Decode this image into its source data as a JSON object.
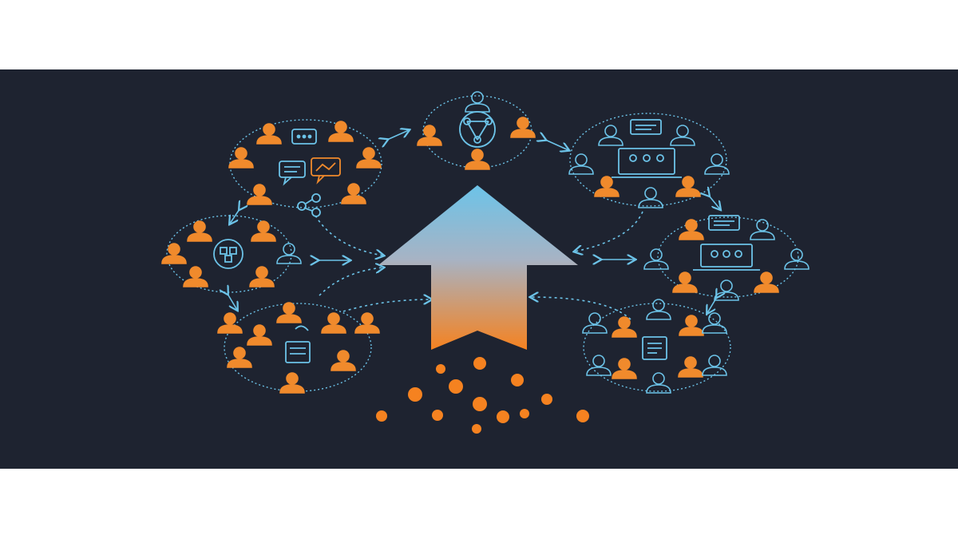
{
  "colors": {
    "background": "#1e2330",
    "page_border": "#ffffff",
    "blue": "#6cc3e8",
    "orange": "#f08a2c",
    "arrow_top": "#6cc3e8",
    "arrow_bottom": "#f58220",
    "dot": "#f58220"
  },
  "clusters": [
    {
      "name": "top-left-network",
      "icons": [
        "chat-bubble-icon",
        "chart-document-icon",
        "share-icon"
      ]
    },
    {
      "name": "top-center-network",
      "icons": [
        "network-hub-icon"
      ]
    },
    {
      "name": "top-right-network",
      "icons": [
        "chat-bubble-icon",
        "video-meeting-laptop-icon"
      ]
    },
    {
      "name": "middle-left-network",
      "icons": [
        "puzzle-cycle-icon"
      ]
    },
    {
      "name": "middle-right-network",
      "icons": [
        "chat-bubble-icon",
        "video-meeting-laptop-icon"
      ]
    },
    {
      "name": "bottom-left-network",
      "icons": [
        "growth-document-icon"
      ]
    },
    {
      "name": "bottom-right-network",
      "icons": [
        "clipboard-document-icon"
      ]
    }
  ],
  "central_arrow": {
    "direction": "up",
    "gradient": [
      "blue",
      "orange"
    ]
  },
  "particles": {
    "count": 13
  }
}
